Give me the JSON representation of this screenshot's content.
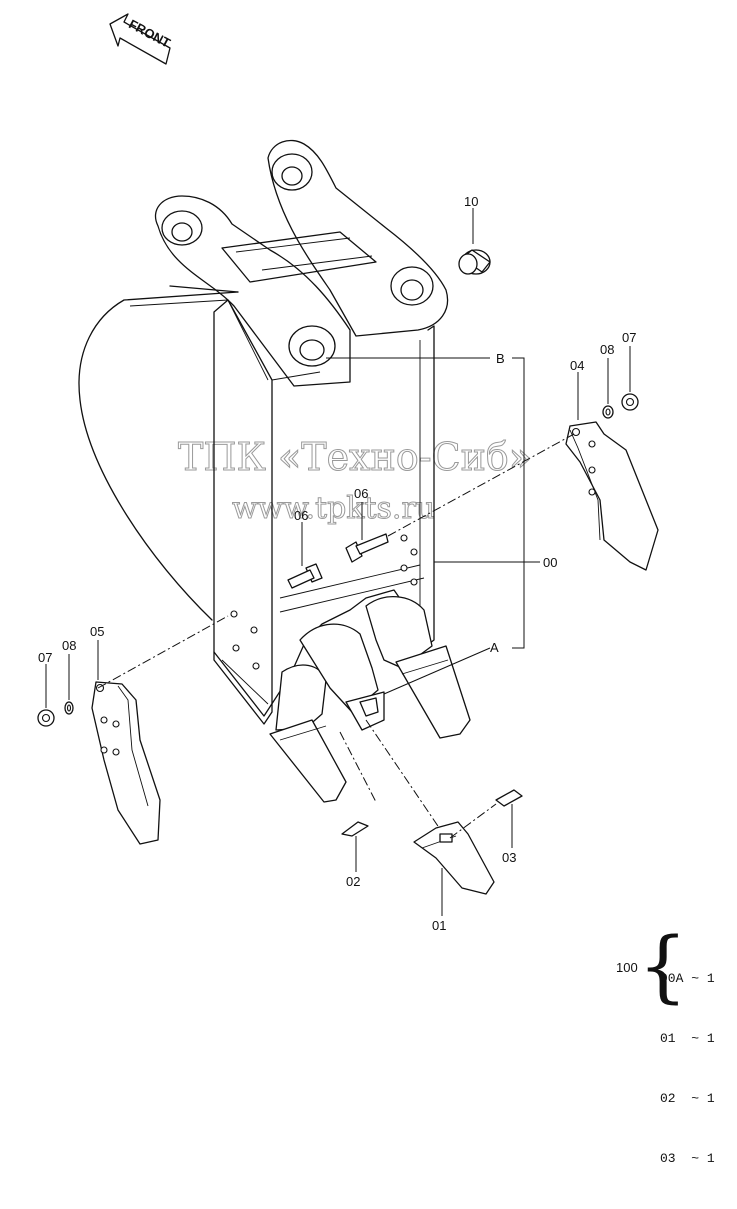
{
  "direction_arrow": {
    "label": "FRONT"
  },
  "watermark": {
    "line1": "ТПК «Техно-Сиб»",
    "line2": "www.tpkts.ru"
  },
  "callouts": {
    "part_10": "10",
    "ref_b": "B",
    "part_04": "04",
    "part_08_right": "08",
    "part_07_right": "07",
    "part_06_upper": "06",
    "part_06_left": "06",
    "part_00": "00",
    "ref_a": "A",
    "part_07_left": "07",
    "part_08_left": "08",
    "part_05": "05",
    "part_03": "03",
    "part_02": "02",
    "part_01": "01"
  },
  "kit": {
    "assembly": "100",
    "items": [
      {
        "part": "00A",
        "qty": "~ 1"
      },
      {
        "part": "01",
        "qty": "~ 1"
      },
      {
        "part": "02",
        "qty": "~ 1"
      },
      {
        "part": "03",
        "qty": "~ 1"
      }
    ]
  }
}
